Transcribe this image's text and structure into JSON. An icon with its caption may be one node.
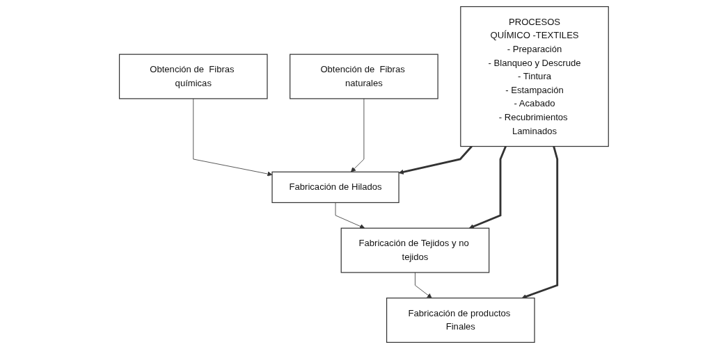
{
  "diagram": {
    "nodes": [
      {
        "text": [
          "Obtención de  Fibras químicas"
        ]
      },
      {
        "text": [
          "Obtención de  Fibras naturales"
        ]
      },
      {
        "text": [
          "PROCESOS",
          "QUÍMICO -TEXTILES",
          "- Preparación",
          "- Blanqueo y Descrude",
          "- Tintura",
          "- Estampación",
          "- Acabado",
          "- Recubrimientos Laminados"
        ]
      },
      {
        "text": [
          "Fabricación de Hilados"
        ]
      },
      {
        "text": [
          "Fabricación de Tejidos y no tejidos"
        ]
      },
      {
        "text": [
          "Fabricación de productos Finales"
        ]
      }
    ],
    "edges": [
      {
        "from": 0,
        "to": 3,
        "arrow": "to"
      },
      {
        "from": 1,
        "to": 3,
        "arrow": "to"
      },
      {
        "from": 3,
        "to": 4,
        "arrow": "to"
      },
      {
        "from": 4,
        "to": 5,
        "arrow": "to"
      },
      {
        "from": 2,
        "to": 3,
        "arrow": "to",
        "style": "thick"
      },
      {
        "from": 2,
        "to": 4,
        "arrow": "to",
        "style": "thick"
      },
      {
        "from": 2,
        "to": 5,
        "arrow": "to",
        "style": "thick"
      }
    ]
  }
}
